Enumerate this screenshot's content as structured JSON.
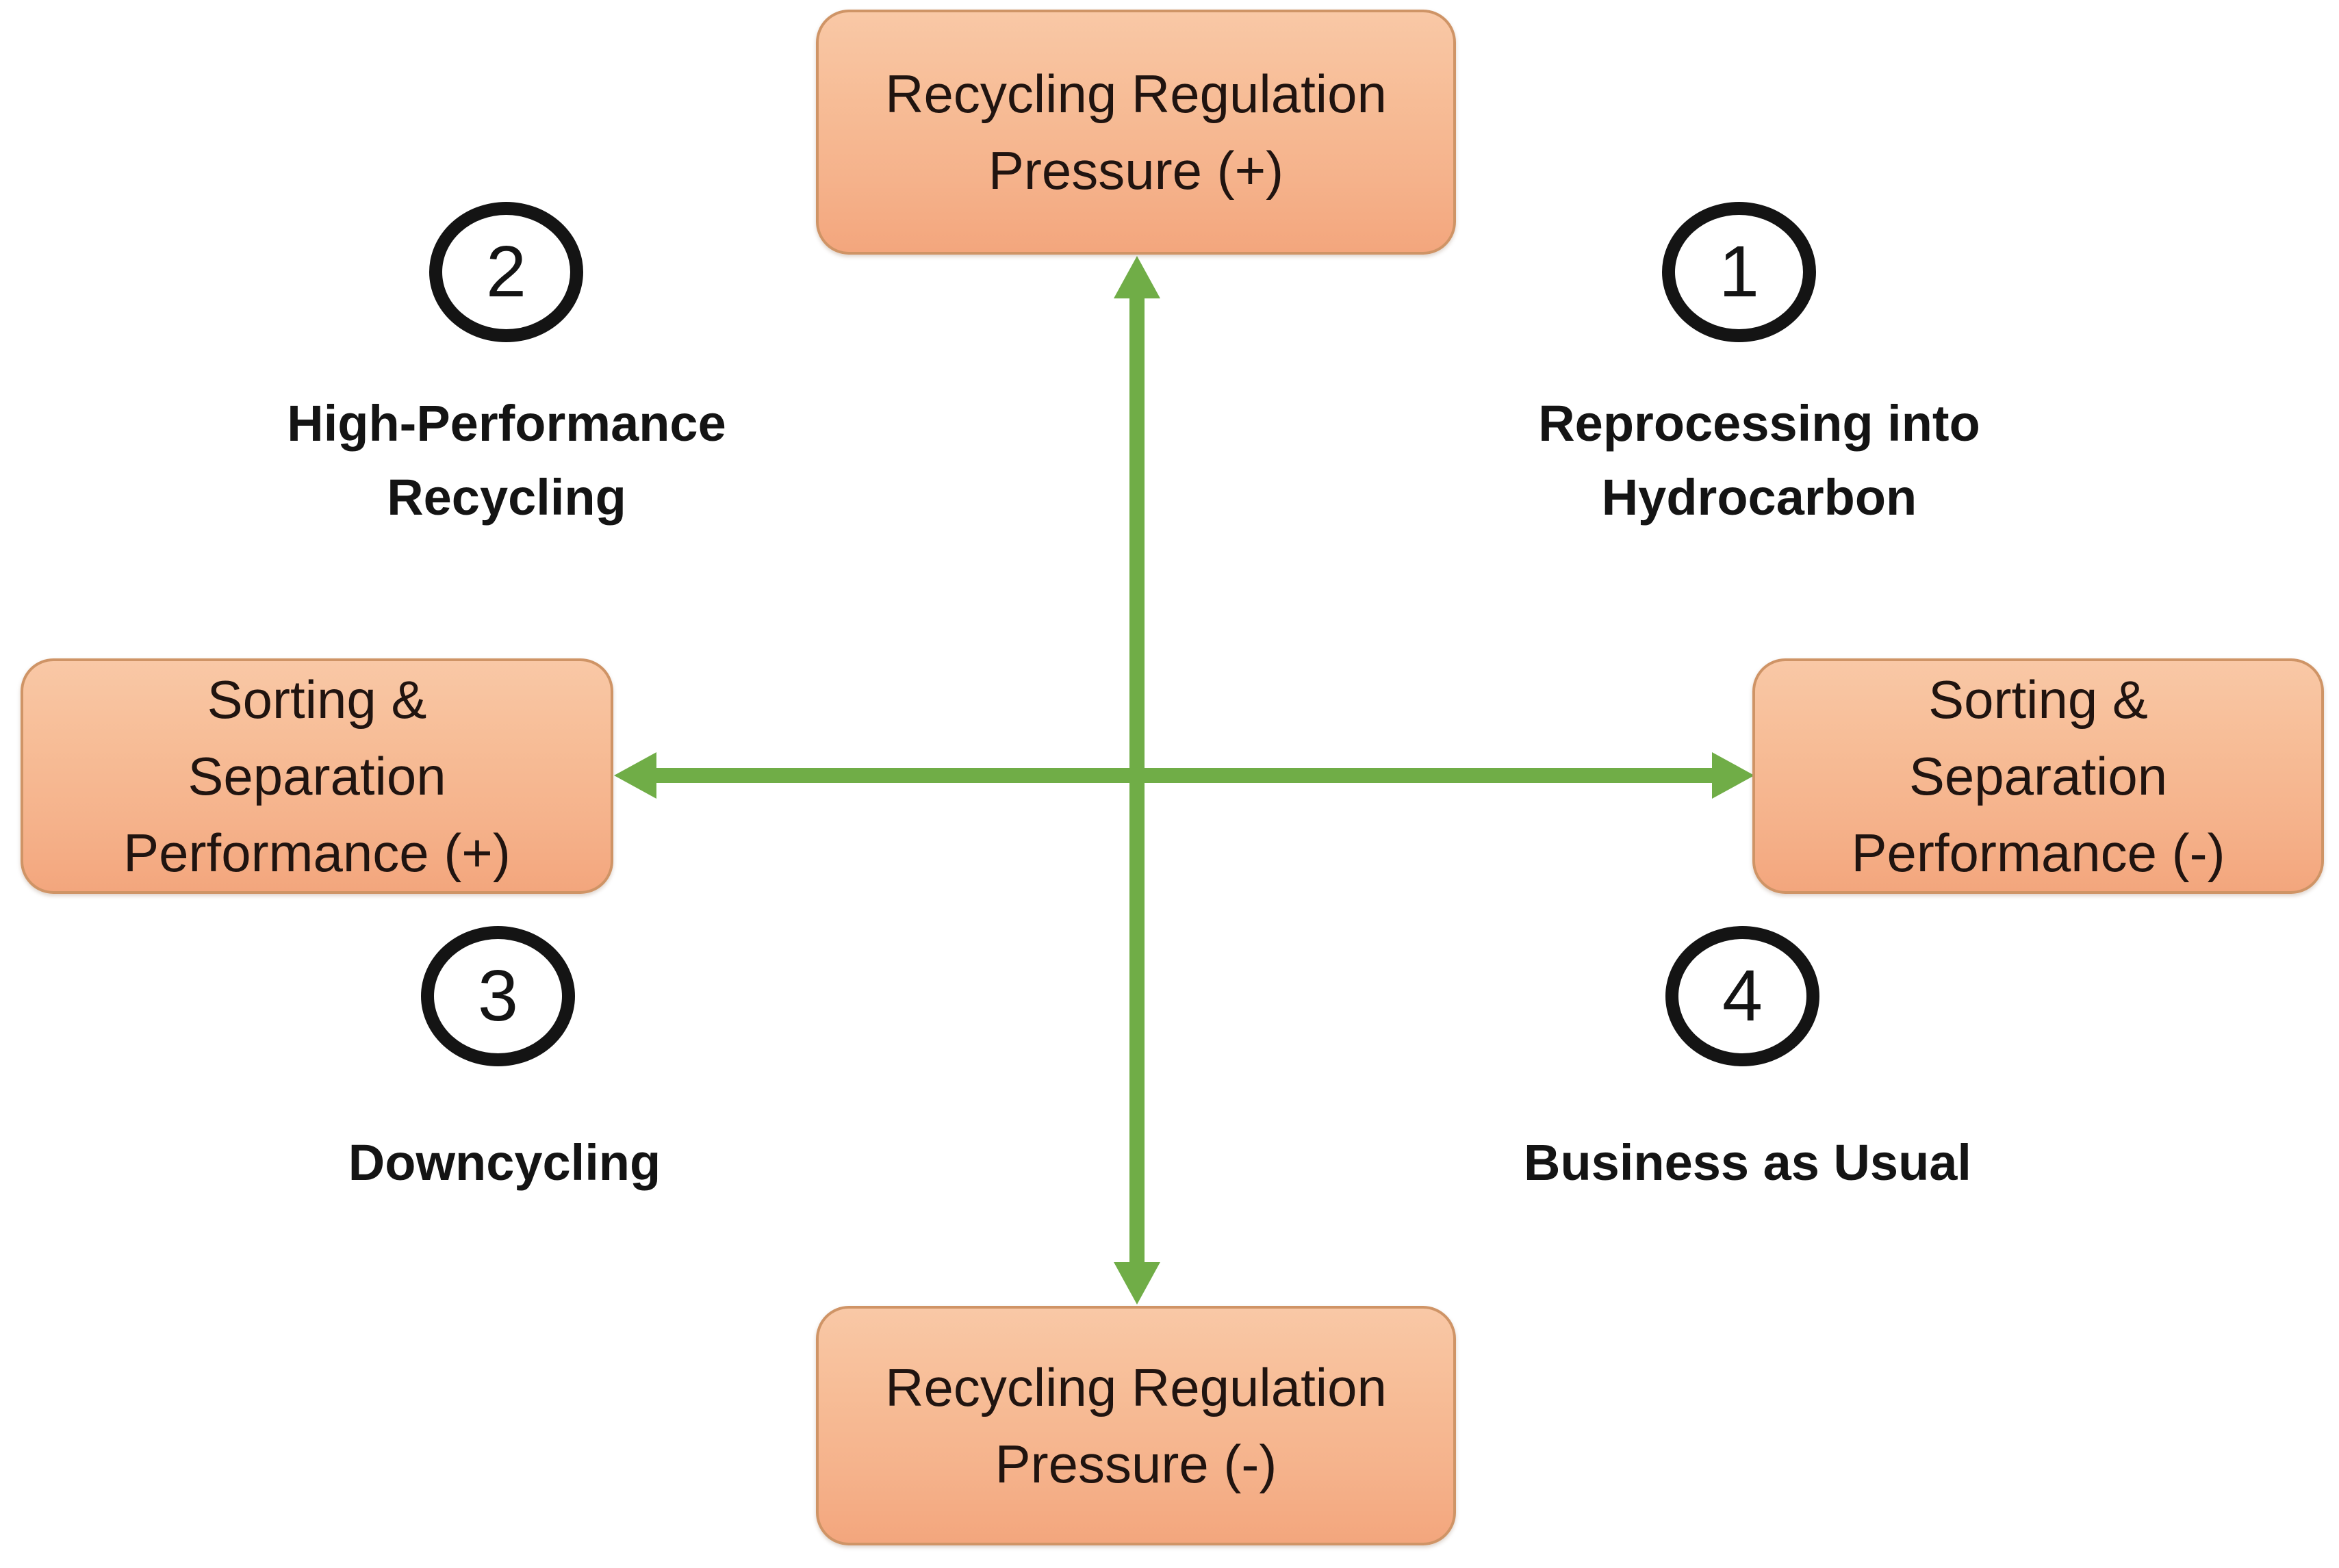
{
  "boxes": {
    "top": {
      "name": "recycling-regulation-pressure-positive",
      "lines": [
        "Recycling Regulation",
        "Pressure (+)"
      ]
    },
    "bottom": {
      "name": "recycling-regulation-pressure-negative",
      "lines": [
        "Recycling Regulation",
        "Pressure (-)"
      ]
    },
    "left": {
      "name": "sorting-separation-performance-positive",
      "lines": [
        "Sorting &",
        "Separation",
        "Performance (+)"
      ]
    },
    "right": {
      "name": "sorting-separation-performance-negative",
      "lines": [
        "Sorting &",
        "Separation",
        "Performance (-)"
      ]
    }
  },
  "quadrants": [
    {
      "number": "1",
      "position": "top-right",
      "label_lines": [
        "Reprocessing into",
        "Hydrocarbon"
      ]
    },
    {
      "number": "2",
      "position": "top-left",
      "label_lines": [
        "High-Performance",
        "Recycling"
      ]
    },
    {
      "number": "3",
      "position": "bottom-left",
      "label_lines": [
        "Downcycling"
      ]
    },
    {
      "number": "4",
      "position": "bottom-right",
      "label_lines": [
        "Business as Usual"
      ]
    }
  ],
  "colors": {
    "background": "#ffffff",
    "box_fill_top": "#f9c8a6",
    "box_fill_bottom": "#f3a67d",
    "box_border": "#cf9466",
    "box_text": "#201410",
    "arrow_green": "#70ad47",
    "circle_stroke": "#141414",
    "label_text": "#141414"
  }
}
